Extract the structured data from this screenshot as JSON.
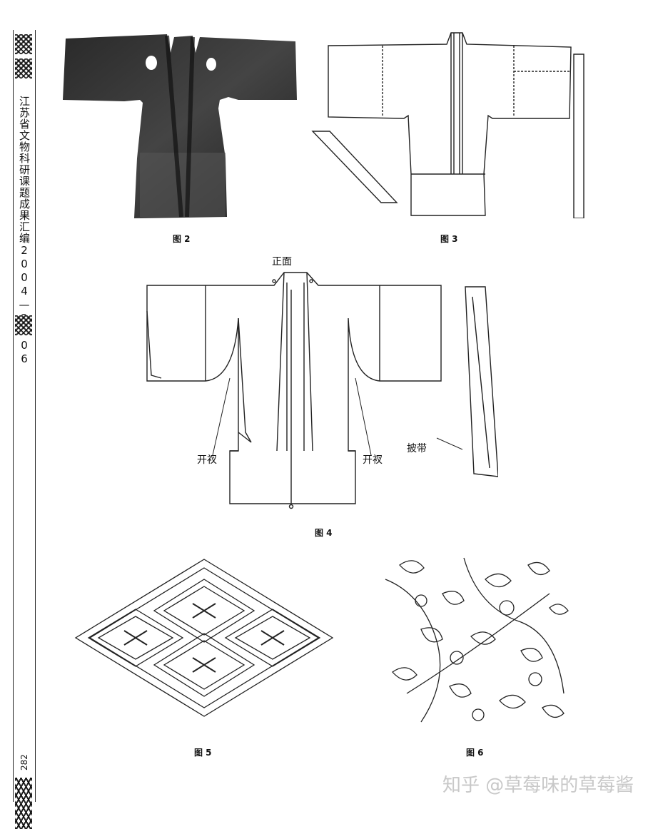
{
  "spine": {
    "title": "江苏省文物科研课题成果汇编2004—2006",
    "page_number": "282"
  },
  "figures": {
    "fig2_caption": "图 2",
    "fig3_caption": "图 3",
    "fig4_caption": "图 4",
    "fig5_caption": "图 5",
    "fig6_caption": "图 6"
  },
  "fig4_labels": {
    "front": "正面",
    "slit_left": "开衩",
    "slit_right": "开衩",
    "sash": "披带"
  },
  "watermark": "知乎 @草莓味的草莓酱"
}
